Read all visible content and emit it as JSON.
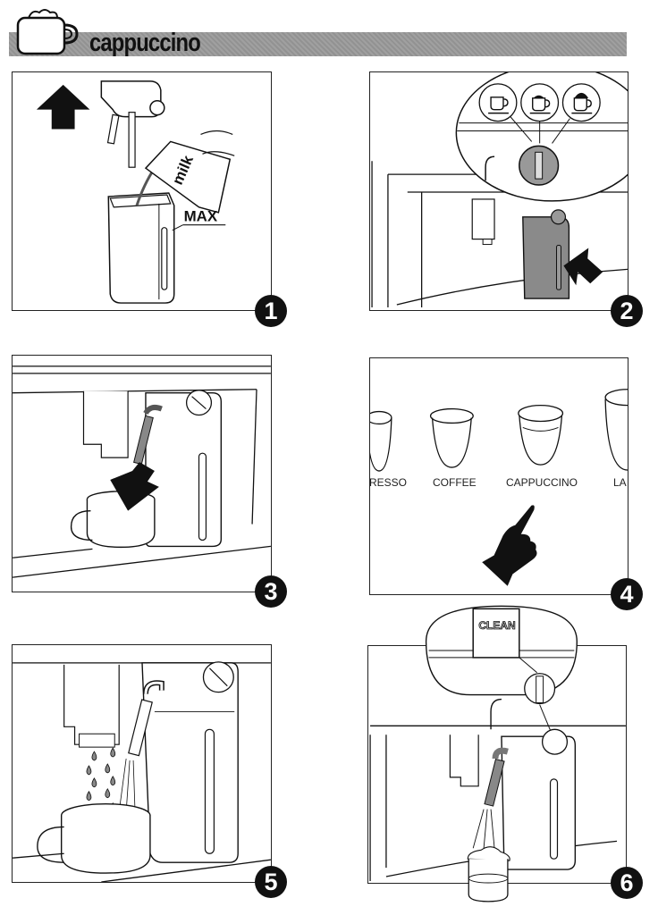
{
  "header": {
    "title": "cappuccino",
    "icon": "cup-icon"
  },
  "colors": {
    "header_bar": "#9a9a9a",
    "ink": "#111111",
    "milk_container_gray": "#8a8a8a"
  },
  "steps": [
    {
      "number": "1",
      "labels": {
        "carton": "milk",
        "max": "MAX"
      },
      "description": "Remove lid, fill milk container up to MAX"
    },
    {
      "number": "2",
      "description": "Insert milk container into machine; froth selector icons shown in magnified view",
      "froth_icons": [
        "cup-no-froth-icon",
        "cup-light-froth-icon",
        "cup-max-froth-icon"
      ]
    },
    {
      "number": "3",
      "description": "Position cup under milk spout"
    },
    {
      "number": "4",
      "options": [
        "ESPRESSO",
        "COFFEE",
        "CAPPUCCINO",
        "LATTE"
      ],
      "visible_options": [
        "RESSO",
        "COFFEE",
        "CAPPUCCINO",
        "LA"
      ],
      "selected": "CAPPUCCINO"
    },
    {
      "number": "5",
      "description": "Coffee and milk dispensed into cup"
    },
    {
      "number": "6",
      "labels": {
        "clean": "CLEAN"
      },
      "description": "Turn knob to CLEAN to rinse milk spout into container"
    }
  ]
}
